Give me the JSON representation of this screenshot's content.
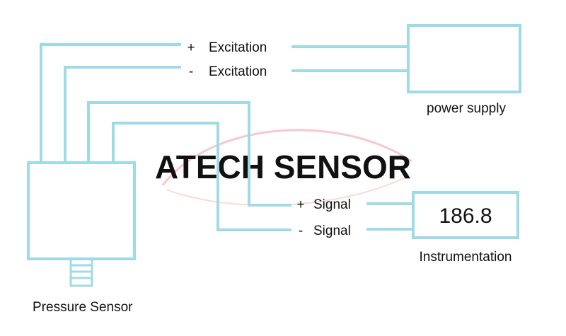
{
  "colors": {
    "wire": "#9fdbe6",
    "text": "#111111",
    "watermark_text": "#e4e4e4",
    "watermark_arc": "#f6c9cc"
  },
  "watermark": {
    "text": "ATECH SENSOR"
  },
  "wires": {
    "plus_excitation": {
      "sign": "+",
      "label": "Excitation"
    },
    "minus_excitation": {
      "sign": "-",
      "label": "Excitation"
    },
    "plus_signal": {
      "sign": "+",
      "label": "Signal"
    },
    "minus_signal": {
      "sign": "-",
      "label": "Signal"
    }
  },
  "devices": {
    "power_supply": {
      "label": "power supply"
    },
    "instrumentation": {
      "label": "Instrumentation",
      "reading": "186.8"
    },
    "pressure_sensor": {
      "label": "Pressure Sensor"
    }
  }
}
